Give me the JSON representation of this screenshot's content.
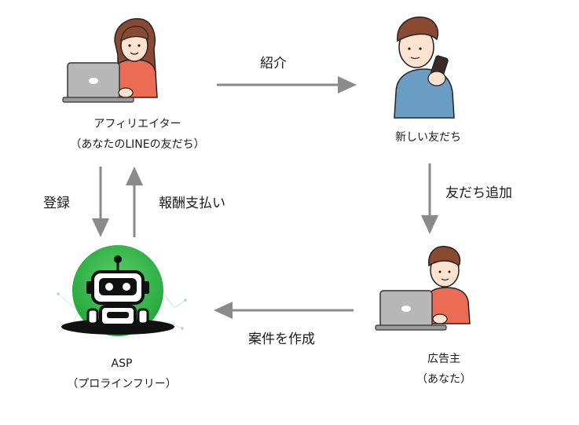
{
  "nodes": {
    "affiliator": {
      "line1": "アフィリエイター",
      "line2": "（あなたのLINEの友だち）"
    },
    "new_friend": {
      "line1": "新しい友だち"
    },
    "advertiser": {
      "line1": "広告主",
      "line2": "（あなた）"
    },
    "asp": {
      "line1": "ASP",
      "line2": "（プロラインフリー）"
    }
  },
  "edges": {
    "introduce": "紹介",
    "add_friend": "友だち追加",
    "register": "登録",
    "pay_reward": "報酬支払い",
    "create_campaign": "案件を作成"
  },
  "colors": {
    "arrow": "#8a8a8a",
    "skin": "#fde3cf",
    "hair": "#8a4a32",
    "shirt_red": "#ec6b55",
    "shirt_blue": "#6a9dc4",
    "laptop": "#b7b7b7",
    "asp_green": "#3ab54a"
  }
}
